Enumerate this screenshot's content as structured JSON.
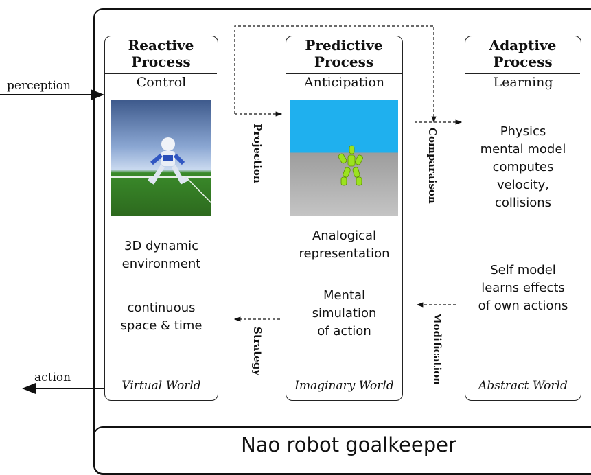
{
  "footer": {
    "label": "Nao robot goalkeeper"
  },
  "inputs": {
    "perception": "perception",
    "action": "action"
  },
  "columns": [
    {
      "title": "Reactive\nProcess",
      "subtitle": "Control",
      "body_top": "3D dynamic\nenvironment",
      "body_bottom": "continuous\nspace & time",
      "world": "Virtual World"
    },
    {
      "title": "Predictive\nProcess",
      "subtitle": "Anticipation",
      "body_top": "Analogical\nrepresentation",
      "body_bottom": "Mental\nsimulation\nof action",
      "world": "Imaginary World"
    },
    {
      "title": "Adaptive\nProcess",
      "subtitle": "Learning",
      "body_top": "Physics\nmental model\ncomputes\nvelocity,\ncollisions",
      "body_bottom": "Self model\nlearns effects\nof own actions",
      "world": "Abstract World"
    }
  ],
  "links": {
    "projection": "Projection",
    "comparaison": "Comparaison",
    "strategy": "Strategy",
    "modification": "Modification"
  }
}
